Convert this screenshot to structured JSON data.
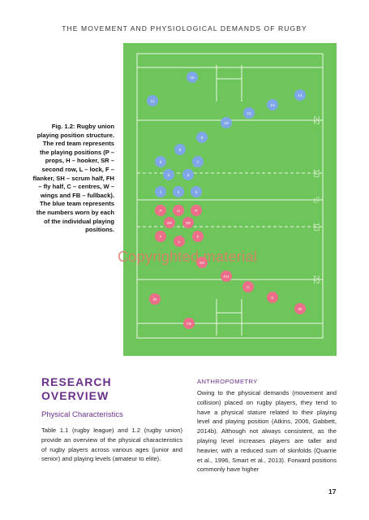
{
  "running_head": "THE MOVEMENT AND PHYSIOLOGICAL DEMANDS OF RUGBY",
  "caption": {
    "label": "Fig. 1.2:",
    "text": "Rugby union playing position structure. The red team represents the playing positions (P – props, H – hooker, SR – second row, L – lock, F – flanker, SH – scrum half, FH – fly half, C – centres, W – wings and FB – fullback). The blue team represents the numbers worn by each of the individual playing positions."
  },
  "watermark": "Copyrighted material",
  "field": {
    "colors": {
      "grass": "#6ec55a",
      "lines": "#eef6ea",
      "blue": "#7fa7e8",
      "red": "#ec6f8a"
    },
    "line_labels": [
      "22",
      "10",
      "½",
      "10",
      "22"
    ],
    "blue_players": [
      "15",
      "11",
      "14",
      "13",
      "12",
      "10",
      "9",
      "6",
      "8",
      "7",
      "4",
      "5",
      "1",
      "2",
      "3"
    ],
    "red_players": [
      "P",
      "H",
      "P",
      "SR",
      "SR",
      "F",
      "L",
      "F",
      "SH",
      "FH",
      "C",
      "C",
      "W",
      "W",
      "FB"
    ]
  },
  "research": {
    "title_line1": "RESEARCH",
    "title_line2": "OVERVIEW",
    "subtitle": "Physical Characteristics",
    "body": "Table 1.1 (rugby league) and 1.2 (rugby union) provide an overview of the physical characteristics of rugby players across various ages (junior and senior) and playing levels (amateur to elite)."
  },
  "anthropometry": {
    "heading": "ANTHROPOMETRY",
    "body": "Owing to the physical demands (movement and collision) placed on rugby players, they tend to have a physical stature related to their playing level and playing position (Atkins, 2006, Gabbett, 2014b). Although not always consistent, as the playing level increases players are taller and heavier, with a reduced sum of skinfolds (Quarrie et al., 1996, Smart et al., 2013). Forward positions commonly have higher"
  },
  "page_number": "17"
}
